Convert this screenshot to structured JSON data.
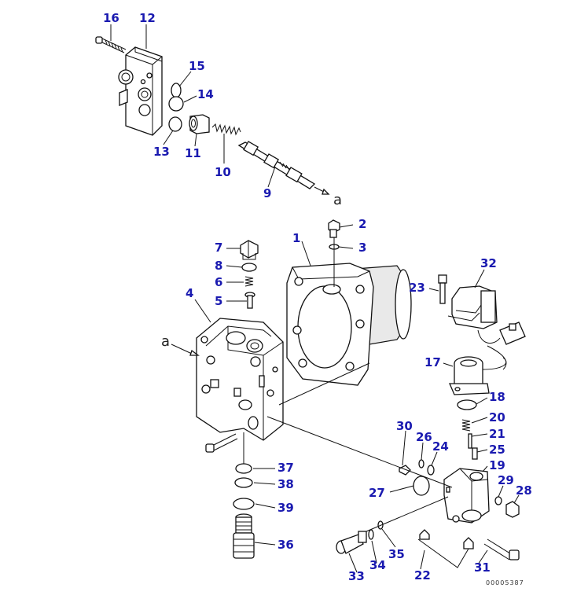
{
  "colors": {
    "callout": "#1a1ab0",
    "line": "#111111",
    "background": "#ffffff"
  },
  "labels": {
    "n1": "1",
    "n2": "2",
    "n3": "3",
    "n4": "4",
    "n5": "5",
    "n6": "6",
    "n7": "7",
    "n8": "8",
    "n9": "9",
    "n10": "10",
    "n11": "11",
    "n12": "12",
    "n13": "13",
    "n14": "14",
    "n15": "15",
    "n16": "16",
    "n17": "17",
    "n18": "18",
    "n19": "19",
    "n20": "20",
    "n21": "21",
    "n22": "22",
    "n23": "23",
    "n24": "24",
    "n25": "25",
    "n26": "26",
    "n27": "27",
    "n28": "28",
    "n29": "29",
    "n30": "30",
    "n31": "31",
    "n32": "32",
    "n33": "33",
    "n34": "34",
    "n35": "35",
    "n36": "36",
    "n37": "37",
    "n38": "38",
    "n39": "39"
  },
  "view_marker": "a",
  "drawing_code": "00005387"
}
